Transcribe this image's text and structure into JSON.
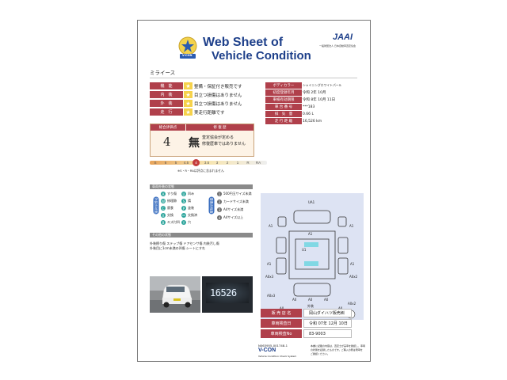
{
  "header": {
    "title_line1": "Web Sheet of",
    "title_line2": "Vehicle Condition",
    "badge_label": "V-CON",
    "jaai_logo": "JAAI",
    "jaai_sub": "一般財団法人 日本自動車査定協会"
  },
  "vehicle_name": "ミライース",
  "summary": [
    {
      "label": "機　能",
      "text": "整備・保証付き販売です"
    },
    {
      "label": "内　装",
      "text": "目立つ損傷はありません"
    },
    {
      "label": "外　装",
      "text": "目立つ損傷はありません"
    },
    {
      "label": "走　行",
      "text": "実走行距離です"
    }
  ],
  "specs": [
    {
      "label": "ボディカラー",
      "value": "シャイニングホワイトパール"
    },
    {
      "label": "初度登録年月",
      "value": "令和 2年 10月"
    },
    {
      "label": "車検有効期限",
      "value": "令和 8年 10月 11日"
    },
    {
      "label": "車 台 番 号",
      "value": "***183"
    },
    {
      "label": "排　気　量",
      "value": "0.66 L"
    },
    {
      "label": "走 行 距 離",
      "value": "16,526 km"
    }
  ],
  "score": {
    "header_left": "総合評価点",
    "header_right": "修 復 歴",
    "value": "4",
    "repair_char": "無",
    "repair_text1": "査定協会が定める",
    "repair_text2": "修復歴車ではありません",
    "scale": [
      "S",
      "6",
      "5",
      "4.5",
      "4",
      "3.5",
      "3",
      "2",
      "1",
      "R",
      "RA"
    ],
    "scale_selected": "4",
    "note": "※S・R・RAは評点に含まれません"
  },
  "legend": {
    "bar_label": "車両外装の状態",
    "side_left": "外装の状態",
    "side_right": "損傷の程度",
    "items_left": [
      {
        "code": "A",
        "text": "すり傷"
      },
      {
        "code": "U",
        "text": "凹み"
      },
      {
        "code": "W",
        "text": "修理跡"
      },
      {
        "code": "S",
        "text": "錆"
      },
      {
        "code": "C",
        "text": "腐食"
      },
      {
        "code": "P",
        "text": "塗装"
      },
      {
        "code": "X",
        "text": "交換"
      },
      {
        "code": "XX",
        "text": "交換済"
      },
      {
        "code": "B",
        "text": "キズ付凹"
      },
      {
        "code": "Y",
        "text": "穴"
      }
    ],
    "items_right": [
      {
        "code": "1",
        "text": "500円玉サイズ未満"
      },
      {
        "code": "2",
        "text": "カードサイズ未満"
      },
      {
        "code": "3",
        "text": "A4サイズ未満"
      },
      {
        "code": "4",
        "text": "A4サイズ以上"
      }
    ]
  },
  "other": {
    "bar_label": "その他の状態",
    "line1": "外装擦り傷 ステップ傷 ドアセンサ傷 内装汚し傷",
    "line2": "外装目に1cm未満の凹傷 シートにすれ"
  },
  "odometer": "16526",
  "diagram": {
    "labels": [
      "UA1",
      "A1",
      "A1",
      "A1",
      "A1",
      "A0x3",
      "A0x3",
      "A0x2",
      "A0x2",
      "A1",
      "U1",
      "A0",
      "A0",
      "A0",
      "A0",
      "A0"
    ],
    "bottom_label": "外装",
    "compass": "X"
  },
  "dealer": {
    "rows": [
      {
        "label": "販 売 店 名",
        "value": "岡山ダイハツ販売㈱"
      },
      {
        "label": "車両検査日",
        "value": "令和 07年 12月 10日"
      },
      {
        "label": "車両検査No",
        "value": "83-9003"
      }
    ]
  },
  "footer": {
    "code": "N063955-001748-1",
    "brand": "V-CON",
    "system": "Vehicle Condition Check System",
    "disclaimer1": "本書に記載の内容は、査定士が実車を確認し、車両",
    "disclaimer2": "の状態を記録したものです。ご購入の際は現車を",
    "disclaimer3": "ご確認ください。"
  },
  "colors": {
    "label_red": "#b0404b",
    "title_blue": "#1d3f8a",
    "star_yellow": "#f6d24b",
    "score_orange": "#e8a45a",
    "diagram_bg": "#dde3f3",
    "teal": "#2aa39a"
  }
}
